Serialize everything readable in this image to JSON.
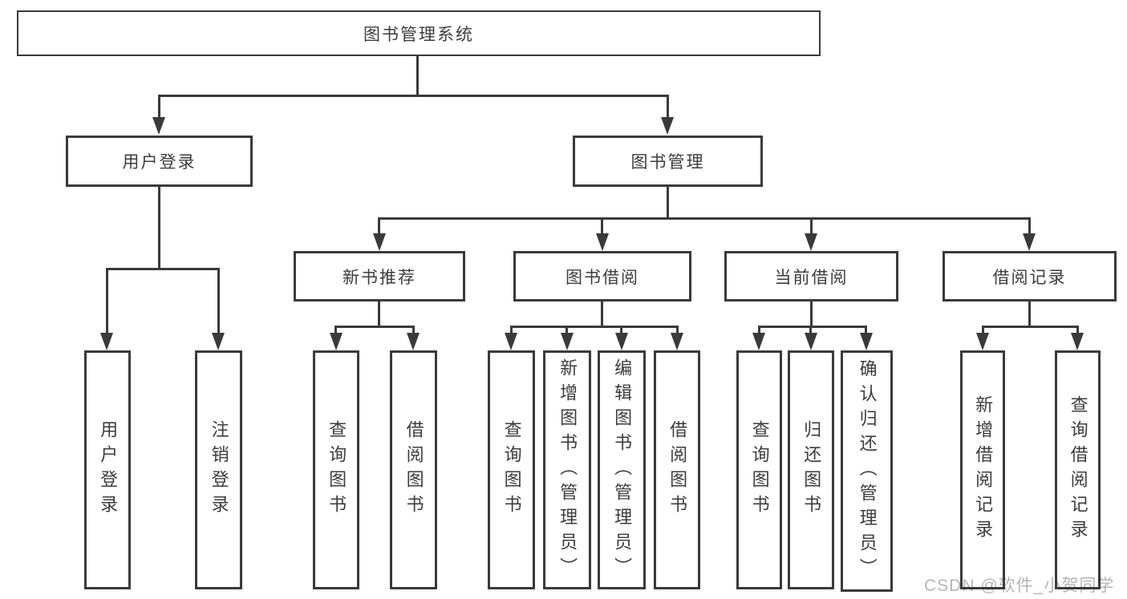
{
  "diagram": {
    "root": "图书管理系统",
    "level2": {
      "user_login": "用户登录",
      "book_mgmt": "图书管理"
    },
    "level3": {
      "new_book_rec": "新书推荐",
      "book_borrow": "图书借阅",
      "current_borrow": "当前借阅",
      "borrow_records": "借阅记录"
    },
    "leaves": {
      "user_login": "用户登录",
      "logout": "注销登录",
      "rec_query_books": "查询图书",
      "rec_borrow_books": "借阅图书",
      "bb_query_books": "查询图书",
      "bb_add_book_admin": "新增图书（管理员）",
      "bb_edit_book_admin": "编辑图书（管理员）",
      "bb_borrow_books": "借阅图书",
      "cb_query_books": "查询图书",
      "cb_return_books": "归还图书",
      "cb_confirm_return_admin": "确认归还（管理员）",
      "br_add_record": "新增借阅记录",
      "br_query_record": "查询借阅记录"
    }
  },
  "watermark": "CSDN @软件_小贺同学",
  "colors": {
    "line": "#3a3a3a",
    "text": "#3c3c3c",
    "watermark": "#b5b5b5",
    "background": "#ffffff"
  }
}
